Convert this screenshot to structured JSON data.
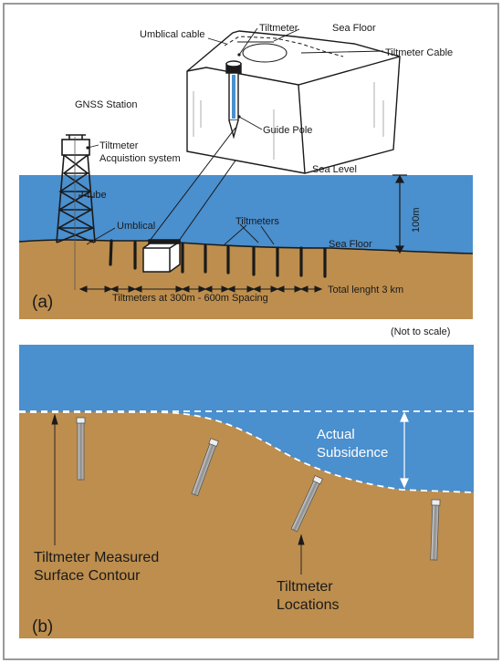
{
  "panel_a": {
    "label": "(a)",
    "labels": {
      "umbilical_cable": "Umblical cable",
      "tiltmeter": "Tiltmeter",
      "sea_floor_top": "Sea Floor",
      "tiltmeter_cable": "Tiltmeter Cable",
      "guide_pole": "Guide Pole",
      "gnss_station": "GNSS Station",
      "tiltmeter_acq_1": "Tiltmeter",
      "tiltmeter_acq_2": "Acquistion system",
      "sea_level": "Sea Level",
      "depth": "100m",
      "j_tube": "J-tube",
      "umbilical": "Umblical",
      "tiltmeters": "Tiltmeters",
      "sea_floor": "Sea Floor",
      "spacing": "Tiltmeters at 300m - 600m Spacing",
      "total_length": "Total lenght 3 km"
    }
  },
  "not_to_scale": "(Not to scale)",
  "panel_b": {
    "label": "(b)",
    "labels": {
      "subsidence_1": "Actual",
      "subsidence_2": "Subsidence",
      "contour_1": "Tiltmeter Measured",
      "contour_2": "Surface Contour",
      "locations_1": "Tiltmeter",
      "locations_2": "Locations"
    }
  },
  "colors": {
    "sea": "#4a8fce",
    "seabed": "#bd8e4e",
    "frame": "#9a9a9a",
    "ink": "#1a1a1a"
  }
}
